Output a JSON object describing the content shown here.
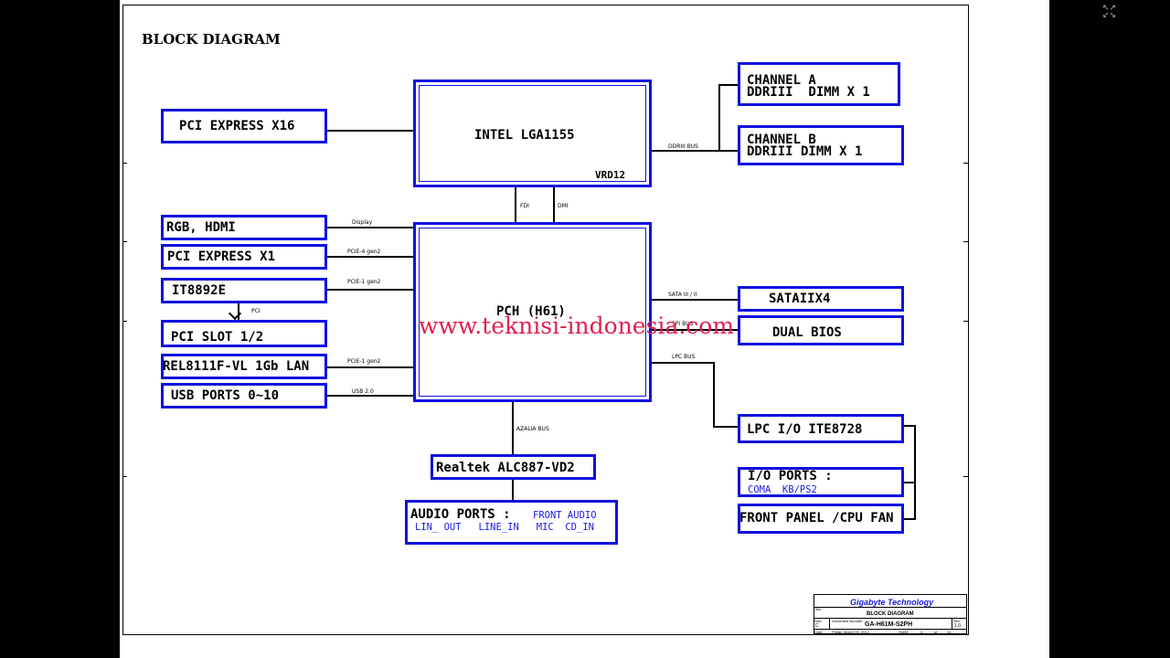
{
  "title": "BLOCK DIAGRAM",
  "watermark": "www.teknisi-indonesia.com",
  "blocks": {
    "cpu": "INTEL LGA1155",
    "vrd": "VRD12",
    "pch": "PCH (H61)",
    "pcie16": "PCI EXPRESS X16",
    "chan_a_1": "CHANNEL A",
    "chan_a_2": "DDRIII  DIMM X 1",
    "chan_b_1": "CHANNEL B",
    "chan_b_2": "DDRIII DIMM X 1",
    "rgb": "RGB, HDMI",
    "pcie1": "PCI EXPRESS X1",
    "it8892": "IT8892E",
    "pcislot": "PCI SLOT 1/2",
    "lan": "REL8111F-VL 1Gb LAN",
    "usb": "USB PORTS 0~10",
    "sata": "SATAIIX4",
    "bios": "DUAL BIOS",
    "lpcio": "LPC I/O ITE8728",
    "ioports": "I/O PORTS :",
    "ioports_sub": "COMA  KB/PS2",
    "frontpanel": "FRONT PANEL /CPU FAN",
    "realtek": "Realtek ALC887-VD2",
    "audio": "AUDIO PORTS :",
    "audio_front": "FRONT AUDIO",
    "audio_sub": "LIN_ OUT   LINE_IN   MIC  CD_IN"
  },
  "signals": {
    "ddr": "DDRIII BUS",
    "fdi": "FDI",
    "dmi": "DMI",
    "display": "Display",
    "pcie4": "PCIE-4 gen2",
    "pcie1a": "PCIE-1 gen2",
    "pci": "PCI",
    "pcie1b": "PCIE-1 gen2",
    "usb": "USB 2.0",
    "sata": "SATA III / II",
    "spi": "SPI BUS",
    "lpc": "LPC BUS",
    "azalia": "AZALIA BUS"
  },
  "titleblock": {
    "company": "Gigabyte Technology",
    "title_label": "Title",
    "doc_title": "BLOCK DIAGRAM",
    "size_label": "Size",
    "size": "C",
    "docnum_label": "Document Number",
    "docnum": "GA-H61M-S2PH",
    "rev_label": "Rev",
    "rev": "1.0",
    "date_label": "Date:",
    "date": "Friday, March 09, 2012",
    "sheet_label": "Sheet",
    "sheet": "3",
    "of_label": "of",
    "total": "31"
  },
  "colors": {
    "box": "#1010e0",
    "watermark": "#e0204a",
    "subtext": "#1a1ae0"
  }
}
